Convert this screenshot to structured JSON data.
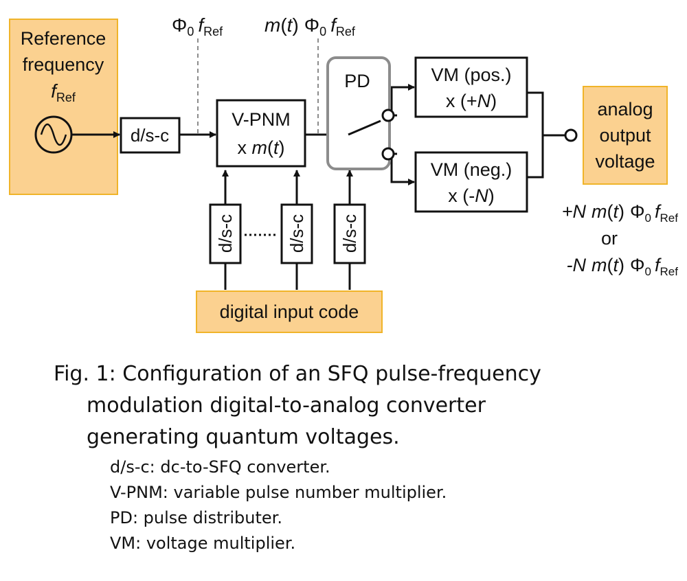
{
  "diagram": {
    "reference": {
      "lines": [
        "Reference",
        "frequency"
      ],
      "symbol": "f",
      "subscript": "Ref"
    },
    "dsc_label": "d/s-c",
    "phi_label": {
      "symbol": "Φ",
      "sub0": "0",
      "f": "f",
      "ref": "Ref"
    },
    "mt_phi_label": {
      "m": "m",
      "open": "(",
      "t": "t",
      "close": ")",
      "symbol": "Φ",
      "sub0": "0",
      "f": "f",
      "ref": "Ref"
    },
    "vpnm": {
      "title": "V-PNM",
      "prefix": "x ",
      "m": "m",
      "open": "(",
      "t": "t",
      "close": ")"
    },
    "pd": {
      "title": "PD"
    },
    "vm_pos": {
      "title": "VM (pos.)",
      "prefix": "x (+",
      "N": "N",
      "suffix": ")"
    },
    "vm_neg": {
      "title": "VM (neg.)",
      "prefix": "x (-",
      "N": "N",
      "suffix": ")"
    },
    "output": {
      "lines": [
        "analog",
        "output",
        "voltage"
      ]
    },
    "digital_input": "digital input code",
    "output_eq": {
      "pos": {
        "N": "+N",
        "m": "m",
        "open": "(",
        "t": "t",
        "close": ")",
        "symbol": "Φ",
        "sub0": "0",
        "f": "f",
        "ref": "Ref"
      },
      "or": "or",
      "neg": {
        "N": "-N",
        "m": "m",
        "open": "(",
        "t": "t",
        "close": ")",
        "symbol": "Φ",
        "sub0": "0",
        "f": "f",
        "ref": "Ref"
      }
    },
    "colors": {
      "highlight_fill": "#fbd190",
      "highlight_border": "#f0b429",
      "pd_border": "#8c8c8c",
      "line": "#111111",
      "dashed": "#8c8c8c"
    }
  },
  "caption": {
    "lines": [
      "Fig. 1: Configuration of an SFQ pulse-frequency",
      "modulation digital-to-analog converter",
      "generating quantum voltages."
    ],
    "legend": [
      "d/s-c: dc-to-SFQ converter.",
      "V-PNM: variable pulse number multiplier.",
      "PD: pulse distributer.",
      "VM: voltage multiplier."
    ]
  }
}
